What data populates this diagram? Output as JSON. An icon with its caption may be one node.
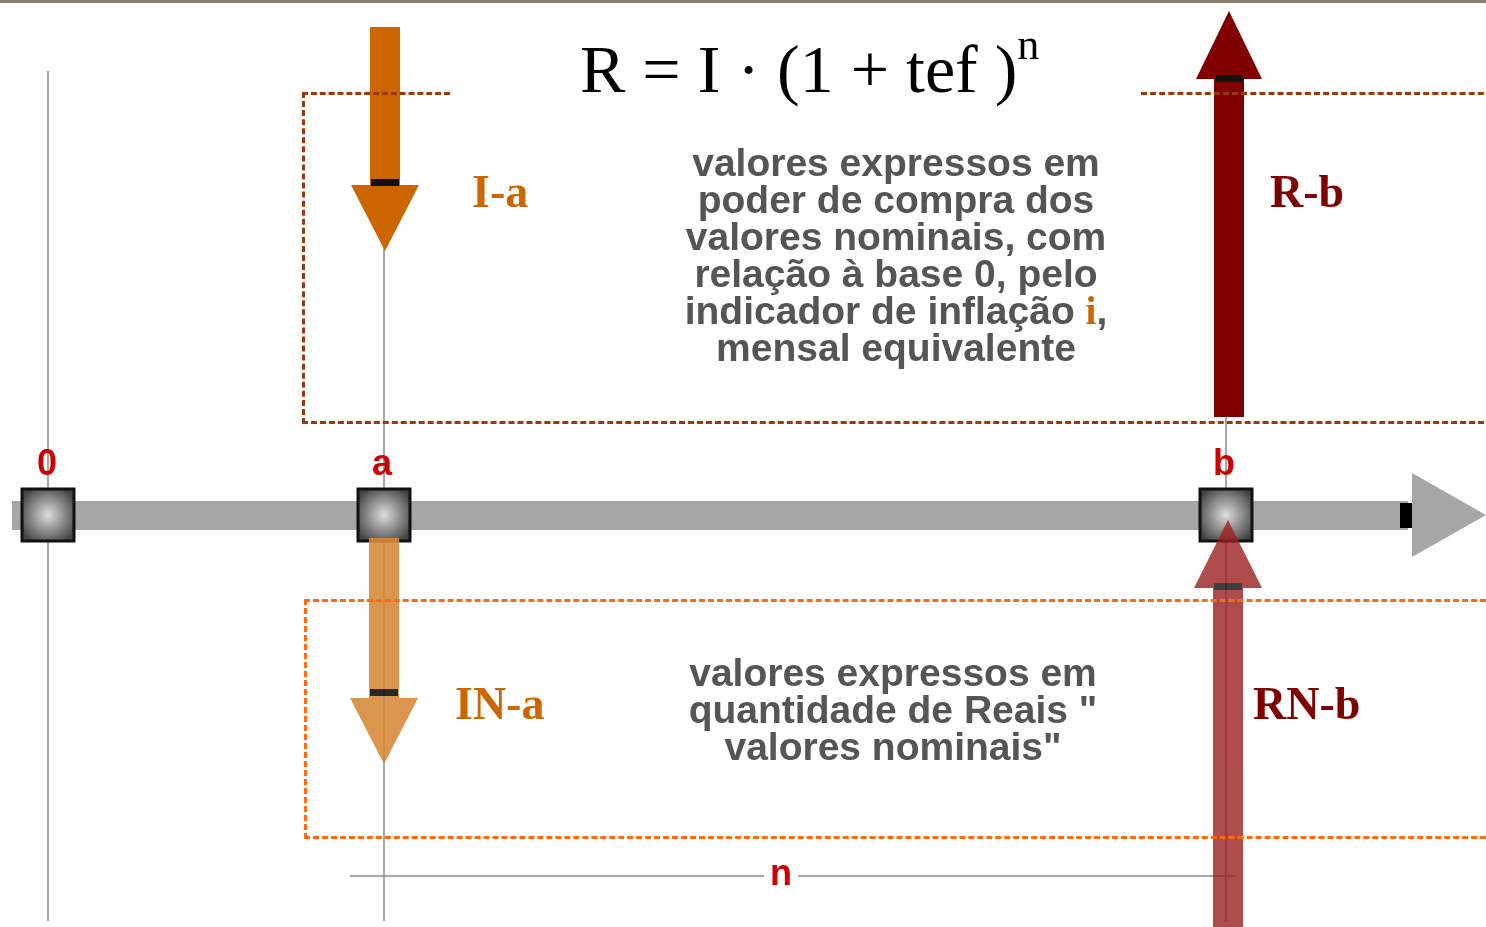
{
  "diagram": {
    "nodes": [
      {
        "text": [
          "valores expressos em poder de compra dos valores nominais, com relação à base 0, pelo indicador de inflação **i**, mensal equivalente"
        ]
      },
      {
        "text": [
          "valores expressos em quantidade de Reais \" valores nominais\""
        ]
      }
    ],
    "labels": [
      "R = I · (1 + tef )$^{n}$",
      "I-a",
      "R-b",
      "0",
      "a",
      "b",
      "IN-a",
      "RN-b",
      "n"
    ]
  }
}
